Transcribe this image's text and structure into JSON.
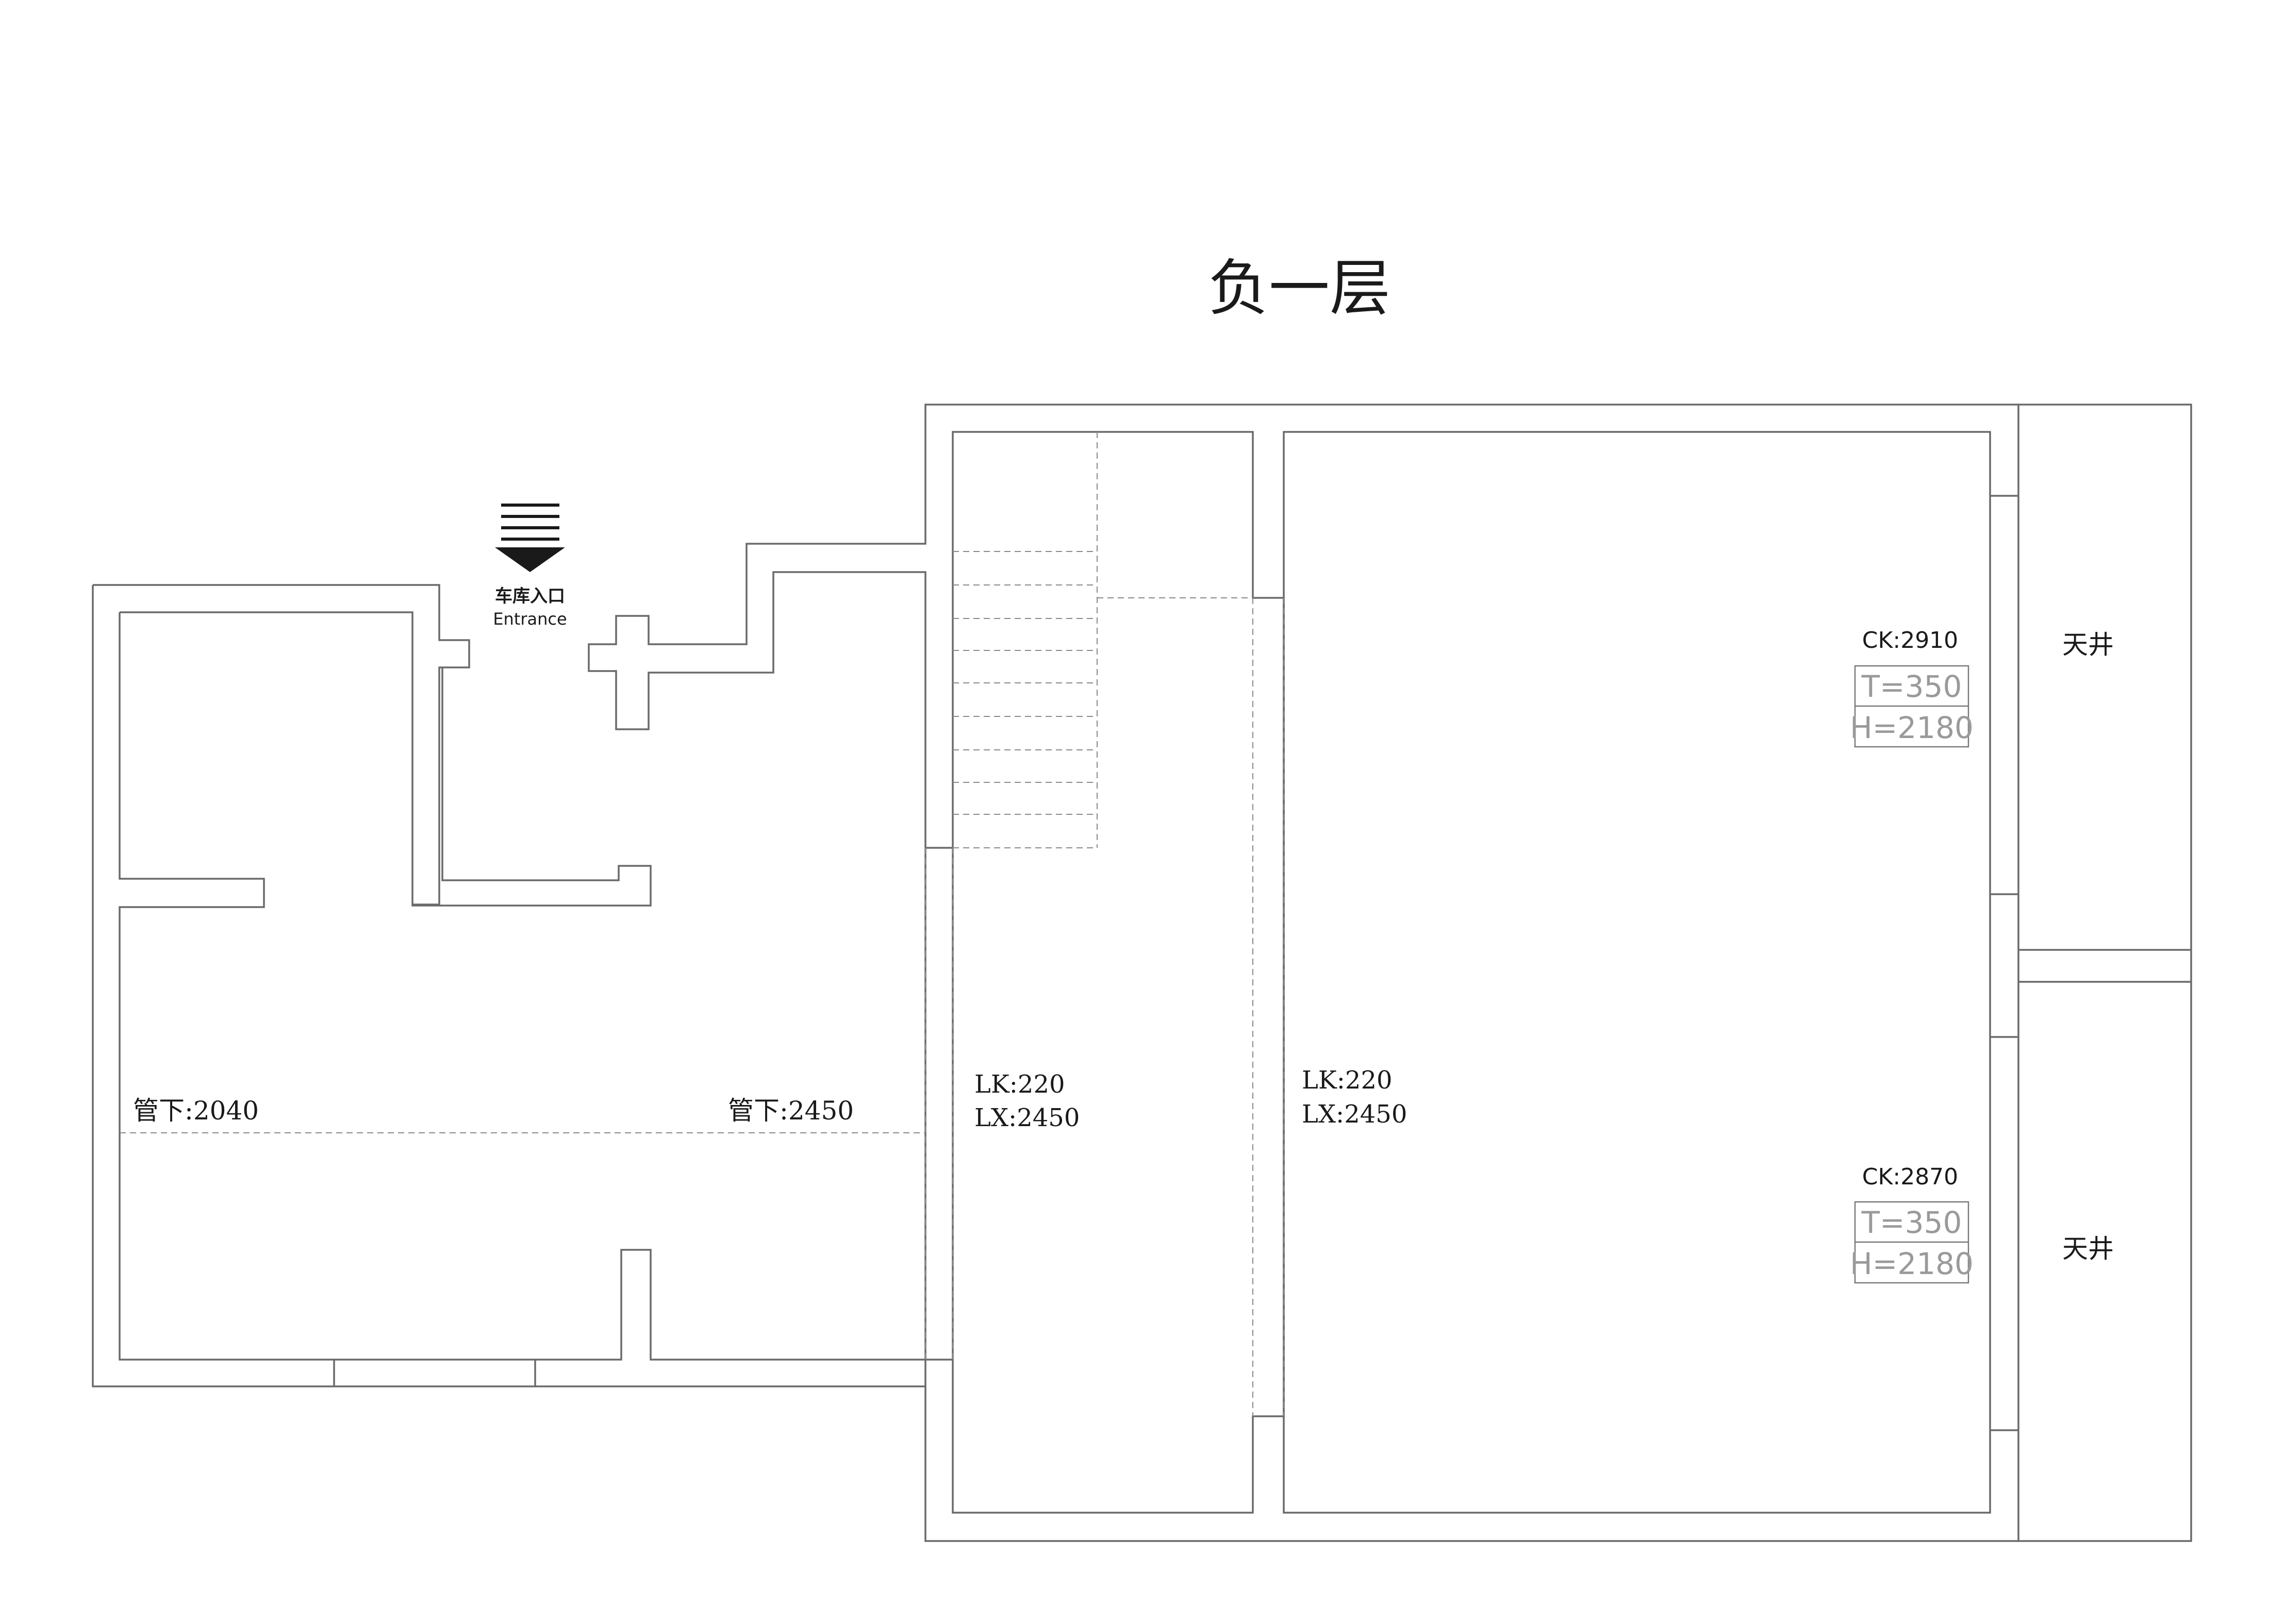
{
  "title": "负一层",
  "entrance": {
    "label_cn": "车库入口",
    "label_en": "Entrance"
  },
  "pipe_labels": [
    "管下:2040",
    "管下:2450"
  ],
  "beams": [
    {
      "lk": "LK:220",
      "lx": "LX:2450"
    },
    {
      "lk": "LK:220",
      "lx": "LX:2450"
    }
  ],
  "windows": [
    {
      "ck": "CK:2910",
      "t": "T=350",
      "h": "H=2180"
    },
    {
      "ck": "CK:2870",
      "t": "T=350",
      "h": "H=2180"
    }
  ],
  "light_wells": [
    "天井",
    "天井"
  ]
}
